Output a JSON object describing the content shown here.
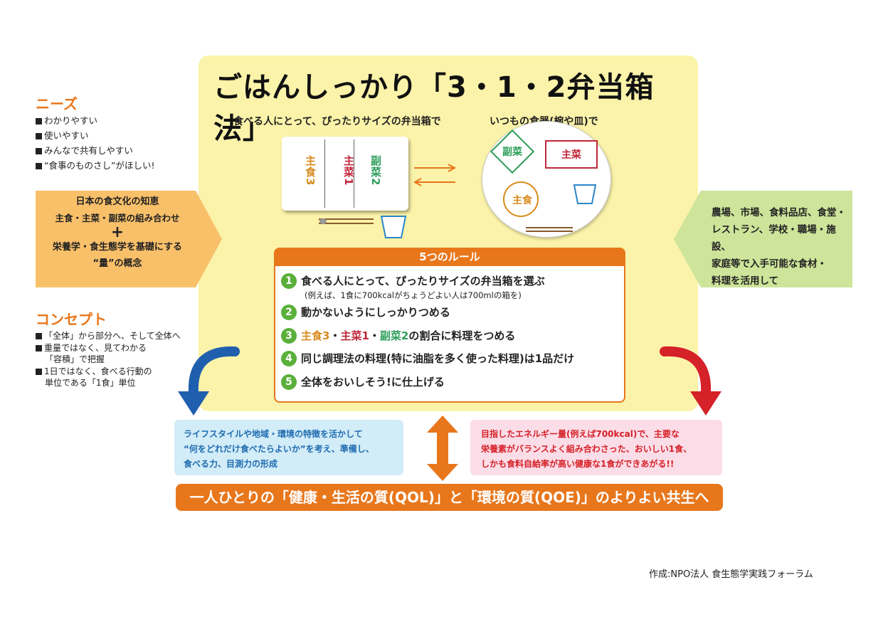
{
  "title": "ごはんしっかり「3・1・2弁当箱法」",
  "bento_heading": "食べる人にとって、ぴったりサイズの弁当箱で",
  "plate_heading": "いつもの食器(椀や皿)で",
  "bento_cells": [
    "主食3",
    "主菜1",
    "副菜2"
  ],
  "plate_items": {
    "fukusai": "副菜",
    "shusai": "主菜",
    "shushoku": "主食"
  },
  "needs": {
    "heading": "ニーズ",
    "items": [
      "わかりやすい",
      "使いやすい",
      "みんなで共有しやすい",
      "“食事のものさし”がほしい!"
    ]
  },
  "left_arrow": {
    "line1": "日本の食文化の知恵",
    "line2": "主食・主菜・副菜の組み合わせ",
    "plus": "+",
    "line3": "栄養学・食生態学を基礎にする",
    "line4": "“量”の概念"
  },
  "concept": {
    "heading": "コンセプト",
    "items": [
      "「全体」から部分へ、そして全体へ",
      "重量ではなく、見てわかる",
      "「容積」で把握",
      "1日ではなく、食べる行動の",
      "単位である「1食」単位"
    ]
  },
  "right_arrow": {
    "lines": [
      "農場、市場、食料品店、食堂・",
      "レストラン、学校・職場・施設、",
      "家庭等で入手可能な食材・",
      "料理を活用して"
    ]
  },
  "rules": {
    "heading": "5つのルール",
    "items": [
      "食べる人にとって、ぴったりサイズの弁当箱を選ぶ",
      "動かないようにしっかりつめる",
      "の割合に料理をつめる",
      "同じ調理法の料理(特に油脂を多く使った料理)は1品だけ",
      "全体をおいしそう!に仕上げる"
    ],
    "note": "(例えば、1食に700kcalがちょうどよい人は700mlの箱を)",
    "rule3_parts": {
      "a": "主食3",
      "b": "主菜1",
      "c": "副菜2",
      "sep": "・"
    },
    "numbers": [
      "1",
      "2",
      "3",
      "4",
      "5"
    ]
  },
  "blue_box": {
    "lines": [
      "ライフスタイルや地域・環境の特徴を活かして",
      "“何をどれだけ食べたらよいか”を考え、準備し、",
      "食べる力、目測力の形成"
    ]
  },
  "pink_box": {
    "lines": [
      "目指したエネルギー量(例えば700kcal)で、主要な",
      "栄養素がバランスよく組み合わさった、おいしい1食、",
      "しかも食料自給率が高い健康な1食ができあがる!!"
    ]
  },
  "bottom_bar": "一人ひとりの「健康・生活の質(QOL)」と「環境の質(QOE)」のよりよい共生へ",
  "credit": "作成:NPO法人 食生態学実践フォーラム",
  "colors": {
    "orange": "#e8771c",
    "green": "#5ab03a",
    "shushoku": "#d98a1c",
    "shusai": "#c0263a",
    "fukusai": "#2e9e5a",
    "panel": "#fbf3a9",
    "blue": "#1f6cb0",
    "red": "#d52128"
  }
}
